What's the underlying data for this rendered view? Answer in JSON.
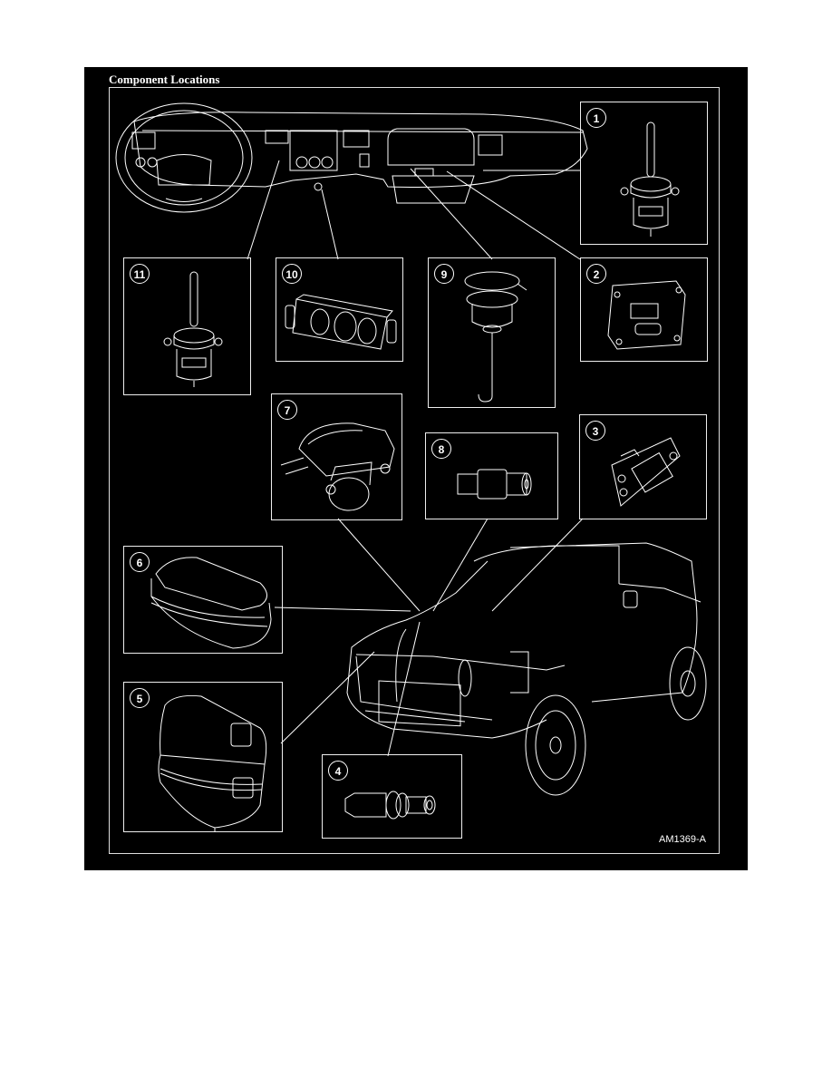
{
  "diagram": {
    "title": "Component Locations",
    "figure_code": "AM1369-A",
    "callouts": [
      {
        "id": "1",
        "label": "1",
        "depicts": "vacuum actuator with slotted arm"
      },
      {
        "id": "2",
        "label": "2",
        "depicts": "electric actuator motor"
      },
      {
        "id": "3",
        "label": "3",
        "depicts": "blower motor resistor"
      },
      {
        "id": "4",
        "label": "4",
        "depicts": "pressure switch"
      },
      {
        "id": "5",
        "label": "5",
        "depicts": "accumulator/reservoir with connectors"
      },
      {
        "id": "6",
        "label": "6",
        "depicts": "oval reservoir"
      },
      {
        "id": "7",
        "label": "7",
        "depicts": "A/C compressor clutch assembly"
      },
      {
        "id": "8",
        "label": "8",
        "depicts": "pressure cycling switch"
      },
      {
        "id": "9",
        "label": "9",
        "depicts": "vacuum reservoir/actuator with hook rod"
      },
      {
        "id": "10",
        "label": "10",
        "depicts": "climate control head with three knobs"
      },
      {
        "id": "11",
        "label": "11",
        "depicts": "vacuum actuator with slotted arm"
      }
    ]
  }
}
